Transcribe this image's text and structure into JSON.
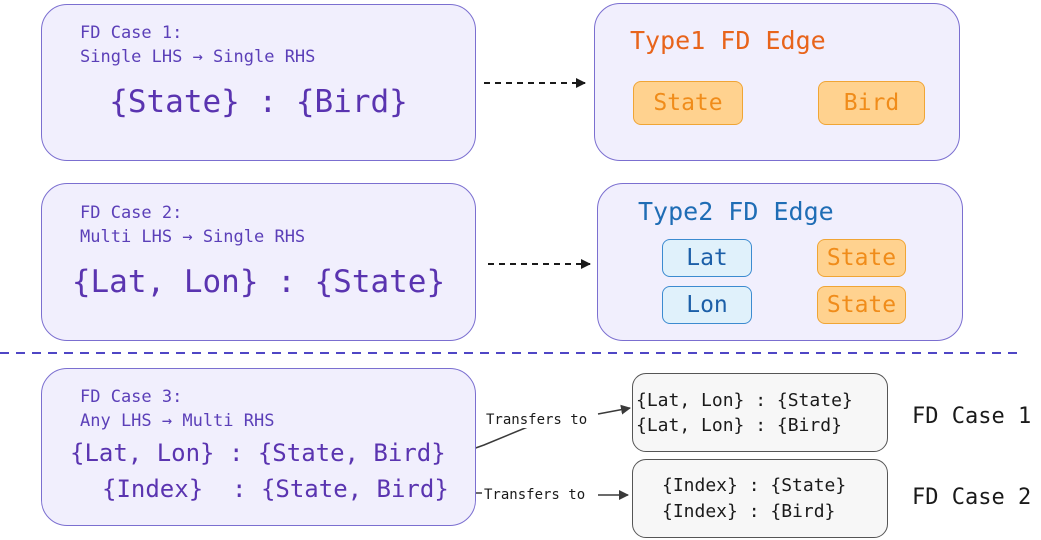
{
  "case1": {
    "heading": "FD Case 1:",
    "subheading": "Single LHS → Single RHS",
    "fd": "{State} : {Bird}"
  },
  "case2": {
    "heading": "FD Case 2:",
    "subheading": "Multi LHS → Single RHS",
    "fd": "{Lat, Lon} : {State}"
  },
  "case3": {
    "heading": "FD Case 3:",
    "subheading": "Any LHS → Multi RHS",
    "fd1": "{Lat, Lon} : {State, Bird}",
    "fd2": "{Index}  : {State, Bird}",
    "transfer_label": "Transfers to"
  },
  "type1": {
    "title": "Type1 FD Edge",
    "title_color": "#e8641b",
    "source": "State",
    "target": "Bird"
  },
  "type2": {
    "title": "Type2 FD Edge",
    "title_color": "#1f6db5",
    "rows": [
      {
        "left": "Lat",
        "right": "State"
      },
      {
        "left": "Lon",
        "right": "State"
      }
    ]
  },
  "result1": {
    "lines": [
      "{Lat, Lon} : {State}",
      "{Lat, Lon} : {Bird}"
    ],
    "label": "FD Case 1"
  },
  "result2": {
    "lines": [
      "{Index} : {State}",
      "{Index} : {Bird}"
    ],
    "label": "FD Case 2"
  }
}
